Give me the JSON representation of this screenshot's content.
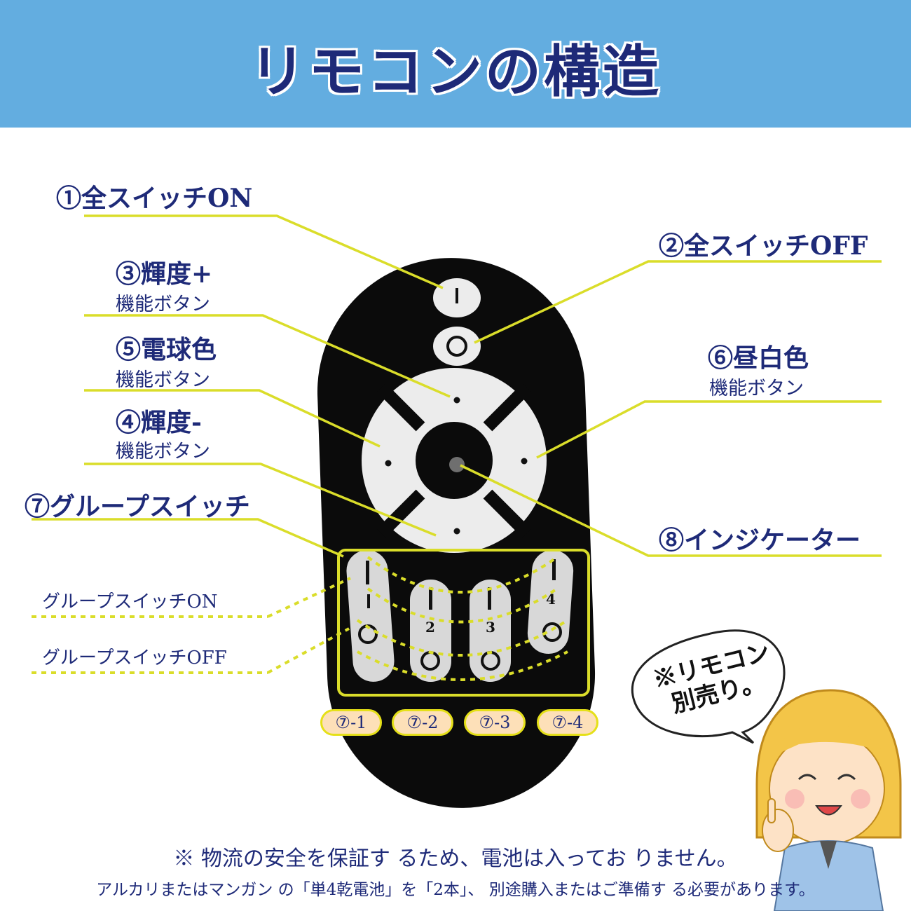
{
  "header": {
    "title": "リモコンの構造"
  },
  "labels": {
    "l1": "①全スイッチON",
    "l2": "②全スイッチOFF",
    "l3": "③輝度+",
    "l3sub": "機能ボタン",
    "l5": "⑤電球色",
    "l5sub": "機能ボタン",
    "l4": "④輝度-",
    "l4sub": "機能ボタン",
    "l6": "⑥昼白色",
    "l6sub": "機能ボタン",
    "l7": "⑦グループスイッチ",
    "l8": "⑧インジケーター",
    "group_on": "グループスイッチON",
    "group_off": "グループスイッチOFF"
  },
  "remote_keys": {
    "k2": "2",
    "k3": "3",
    "k4": "4"
  },
  "pills": [
    "⑦-1",
    "⑦-2",
    "⑦-3",
    "⑦-4"
  ],
  "bubble": {
    "line1": "※リモコン",
    "line2": "別売り。"
  },
  "notes": {
    "line1": "※ 物流の安全を保証す るため、電池は入ってお りません。",
    "line2": "アルカリまたはマンガン の「単4乾電池」を「2本」、 別途購入またはご準備す る必要があります。"
  },
  "colors": {
    "header_bg": "#63ade0",
    "title": "#1e2a78",
    "leader": "#dadd2a",
    "remote": "#0b0b0b",
    "button": "#ededed",
    "pill_bg": "#fde0b8"
  }
}
